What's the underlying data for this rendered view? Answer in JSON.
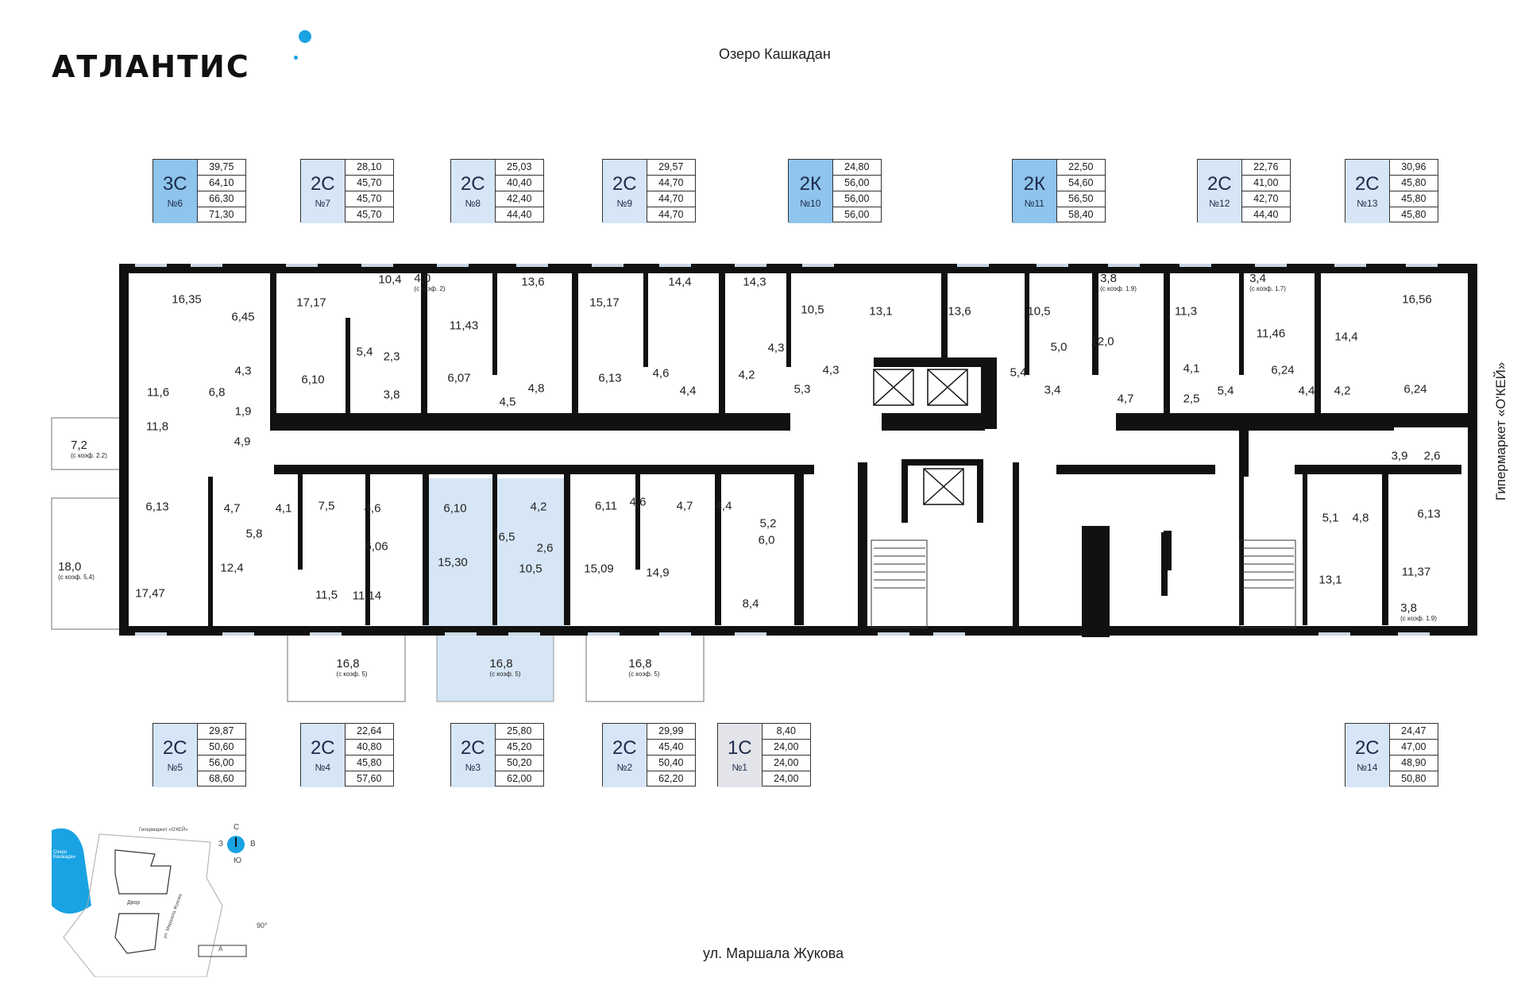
{
  "brand": {
    "name": "АТЛАНТИС",
    "accent_color": "#19a3e3"
  },
  "labels": {
    "lake": "Озеро Кашкадан",
    "street": "ул. Маршала Жукова",
    "supermarket": "Гипермаркет «О'КЕЙ»"
  },
  "colors": {
    "wall": "#111111",
    "highlight": "#d6e6f6",
    "card_2C": "#d6e6f6",
    "card_3C": "#8fc4ec",
    "card_2K": "#8fc4ec",
    "card_1C": "#e3e3ea"
  },
  "cards_top": [
    {
      "type": "3С",
      "num": "№6",
      "areas": [
        "39,75",
        "64,10",
        "66,30",
        "71,30"
      ]
    },
    {
      "type": "2С",
      "num": "№7",
      "areas": [
        "28,10",
        "45,70",
        "45,70",
        "45,70"
      ]
    },
    {
      "type": "2С",
      "num": "№8",
      "areas": [
        "25,03",
        "40,40",
        "42,40",
        "44,40"
      ]
    },
    {
      "type": "2С",
      "num": "№9",
      "areas": [
        "29,57",
        "44,70",
        "44,70",
        "44,70"
      ]
    },
    {
      "type": "2К",
      "num": "№10",
      "areas": [
        "24,80",
        "56,00",
        "56,00",
        "56,00"
      ]
    },
    {
      "type": "2К",
      "num": "№11",
      "areas": [
        "22,50",
        "54,60",
        "56,50",
        "58,40"
      ]
    },
    {
      "type": "2С",
      "num": "№12",
      "areas": [
        "22,76",
        "41,00",
        "42,70",
        "44,40"
      ]
    },
    {
      "type": "2С",
      "num": "№13",
      "areas": [
        "30,96",
        "45,80",
        "45,80",
        "45,80"
      ]
    }
  ],
  "cards_bottom": [
    {
      "type": "2С",
      "num": "№5",
      "areas": [
        "29,87",
        "50,60",
        "56,00",
        "68,60"
      ]
    },
    {
      "type": "2С",
      "num": "№4",
      "areas": [
        "22,64",
        "40,80",
        "45,80",
        "57,60"
      ]
    },
    {
      "type": "2С",
      "num": "№3",
      "areas": [
        "25,80",
        "45,20",
        "50,20",
        "62,00"
      ]
    },
    {
      "type": "2С",
      "num": "№2",
      "areas": [
        "29,99",
        "45,40",
        "50,40",
        "62,20"
      ]
    },
    {
      "type": "1С",
      "num": "№1",
      "areas": [
        "8,40",
        "24,00",
        "24,00",
        "24,00"
      ]
    },
    {
      "type": "2С",
      "num": "№14",
      "areas": [
        "24,47",
        "47,00",
        "48,90",
        "50,80"
      ]
    }
  ],
  "rooms": [
    {
      "t": "16,35"
    },
    {
      "t": "6,45"
    },
    {
      "t": "17,17"
    },
    {
      "t": "10,4"
    },
    {
      "t": "4,0",
      "n": "(с коэф. 2)"
    },
    {
      "t": "13,6"
    },
    {
      "t": "15,17"
    },
    {
      "t": "14,4"
    },
    {
      "t": "14,3"
    },
    {
      "t": "10,5"
    },
    {
      "t": "13,1"
    },
    {
      "t": "13,6"
    },
    {
      "t": "10,5"
    },
    {
      "t": "3,8",
      "n": "(с коэф. 1.9)"
    },
    {
      "t": "11,3"
    },
    {
      "t": "3,4",
      "n": "(с коэф. 1.7)"
    },
    {
      "t": "14,4"
    },
    {
      "t": "16,56"
    },
    {
      "t": "11,43"
    },
    {
      "t": "11,46"
    },
    {
      "t": "12,0"
    },
    {
      "t": "5,0"
    },
    {
      "t": "11,6"
    },
    {
      "t": "6,8"
    },
    {
      "t": "4,3"
    },
    {
      "t": "1,9"
    },
    {
      "t": "6,10"
    },
    {
      "t": "5,4"
    },
    {
      "t": "2,3"
    },
    {
      "t": "3,8"
    },
    {
      "t": "6,07"
    },
    {
      "t": "4,5"
    },
    {
      "t": "4,8"
    },
    {
      "t": "6,13"
    },
    {
      "t": "4,6"
    },
    {
      "t": "4,4"
    },
    {
      "t": "4,2"
    },
    {
      "t": "4,3"
    },
    {
      "t": "5,3"
    },
    {
      "t": "4,3"
    },
    {
      "t": "5,4"
    },
    {
      "t": "3,4"
    },
    {
      "t": "4,7"
    },
    {
      "t": "4,1"
    },
    {
      "t": "2,5"
    },
    {
      "t": "5,4"
    },
    {
      "t": "6,24"
    },
    {
      "t": "4,4"
    },
    {
      "t": "4,2"
    },
    {
      "t": "6,24"
    },
    {
      "t": "11,8"
    },
    {
      "t": "7,2",
      "n": "(с коэф. 2.2)"
    },
    {
      "t": "4,9"
    },
    {
      "t": "3,9"
    },
    {
      "t": "2,6"
    },
    {
      "t": "6,13"
    },
    {
      "t": "4,7"
    },
    {
      "t": "4,1"
    },
    {
      "t": "5,8"
    },
    {
      "t": "7,5"
    },
    {
      "t": "4,6"
    },
    {
      "t": "6,06"
    },
    {
      "t": "6,10"
    },
    {
      "t": "4,2"
    },
    {
      "t": "6,5"
    },
    {
      "t": "2,6"
    },
    {
      "t": "6,11"
    },
    {
      "t": "4,6"
    },
    {
      "t": "4,7"
    },
    {
      "t": "4,4"
    },
    {
      "t": "5,2"
    },
    {
      "t": "6,0"
    },
    {
      "t": "8,4"
    },
    {
      "t": "5,1"
    },
    {
      "t": "4,8"
    },
    {
      "t": "6,13"
    },
    {
      "t": "18,0",
      "n": "(с коэф. 5,4)"
    },
    {
      "t": "17,47"
    },
    {
      "t": "12,4"
    },
    {
      "t": "11,5"
    },
    {
      "t": "11,14"
    },
    {
      "t": "15,30"
    },
    {
      "t": "10,5"
    },
    {
      "t": "15,09"
    },
    {
      "t": "14,9"
    },
    {
      "t": "13,1"
    },
    {
      "t": "11,37"
    },
    {
      "t": "3,8",
      "n": "(с коэф. 1.9)"
    },
    {
      "t": "16,8",
      "n": "(с коэф. 5)"
    },
    {
      "t": "16,8",
      "n": "(с коэф. 5)"
    },
    {
      "t": "16,8",
      "n": "(с коэф. 5)"
    }
  ],
  "site_plan": {
    "lake": "Озеро Кашкадан",
    "supermarket": "Гипермаркет «О'КЕЙ»",
    "street": "ул. Маршала Жукова",
    "yard": "Двор",
    "section": "А",
    "angle": "90°",
    "compass": {
      "n": "С",
      "s": "Ю",
      "w": "З",
      "e": "В"
    }
  }
}
